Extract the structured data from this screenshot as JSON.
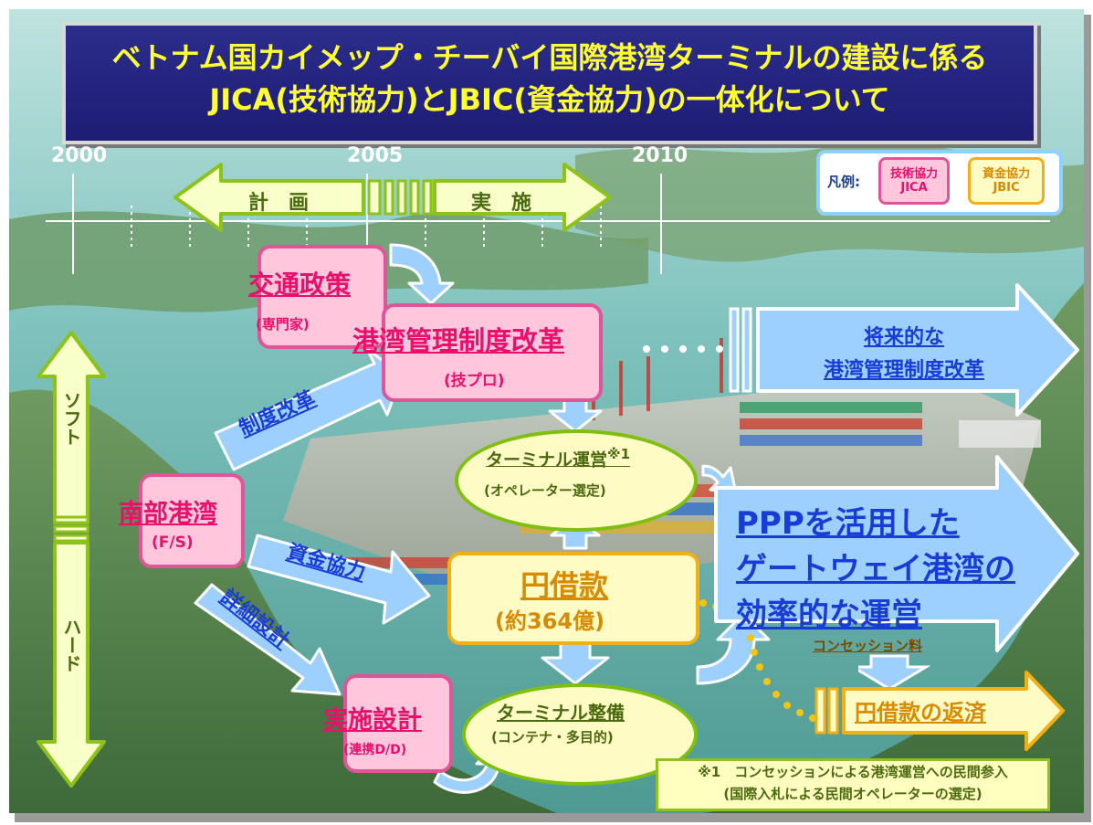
{
  "title": {
    "line1": "ベトナム国カイメップ・チーバイ国際港湾ターミナルの建設に係る",
    "line2": "JICA(技術協力)とJBIC(資金協力)の一体化について"
  },
  "timeline": {
    "years": [
      "2000",
      "2005",
      "2010"
    ],
    "plan_label": "計　画",
    "impl_label": "実　施"
  },
  "legend": {
    "label": "凡例:",
    "jica_line1": "技術協力",
    "jica_line2": "JICA",
    "jbic_line1": "資金協力",
    "jbic_line2": "JBIC"
  },
  "axis": {
    "soft": "ソフト",
    "hard": "ハード"
  },
  "nodes": {
    "transport_policy": "交通政策",
    "expert": "(専門家)",
    "port_reform": "港湾管理制度改革",
    "tech_project": "(技プロ)",
    "future_reform_1": "将来的な",
    "future_reform_2": "港湾管理制度改革",
    "terminal_operation": "ターミナル運営",
    "note_mark": "※1",
    "operator_selection": "(オペレーター選定)",
    "southern_port": "南部港湾",
    "fs": "(F/S)",
    "system_reform": "制度改革",
    "financial_coop": "資金協力",
    "detailed_design": "詳細設計",
    "yen_loan": "円借款",
    "yen_loan_amount": "(約364億)",
    "ppp_1": "PPPを活用した",
    "ppp_2": "ゲートウェイ港湾の",
    "ppp_3": "効率的な運営",
    "concession_fee": "コンセッション料",
    "repayment": "円借款の返済",
    "impl_design": "実施設計",
    "coop_dd": "(連携D/D)",
    "terminal_dev": "ターミナル整備",
    "container": "(コンテナ・多目的)"
  },
  "footnote": {
    "line1": "※1　コンセッションによる港湾運営への民間参入",
    "line2": "(国際入札による民間オペレーターの選定)"
  },
  "colors": {
    "title_bg": "#1d1d74",
    "title_text": "#ffff33",
    "jica_pink": "#ffc6dc",
    "jica_border": "#e05598",
    "jbic_yellow": "#fffbc4",
    "jbic_border": "#f2b014",
    "arrow_blue": "#9dd0ff",
    "arrow_green": "#f8ffc8"
  }
}
